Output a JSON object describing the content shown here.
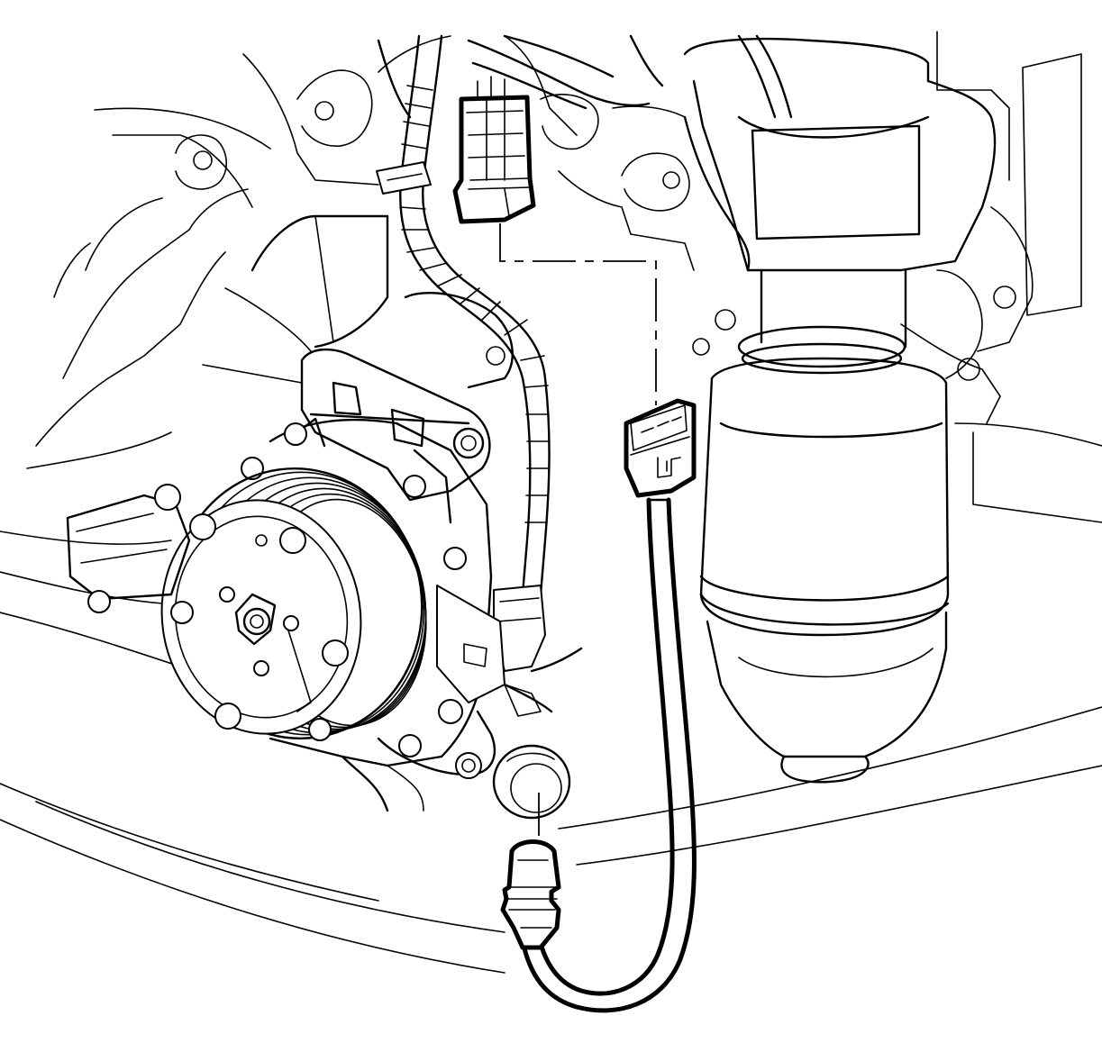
{
  "diagram": {
    "components": [
      {
        "id": "ac-compressor",
        "icon": "ac-compressor-icon"
      },
      {
        "id": "catalytic-converter",
        "icon": "catalytic-converter-icon"
      },
      {
        "id": "engine-harness-connector",
        "icon": "harness-connector-icon"
      },
      {
        "id": "oxygen-sensor-connector",
        "icon": "sensor-connector-icon"
      },
      {
        "id": "heated-oxygen-sensor",
        "icon": "oxygen-sensor-icon"
      },
      {
        "id": "sensor-mounting-hole",
        "icon": "sensor-port-icon"
      }
    ],
    "highlight_color": "#000000",
    "line_color": "#000000",
    "background_color": "#ffffff"
  }
}
